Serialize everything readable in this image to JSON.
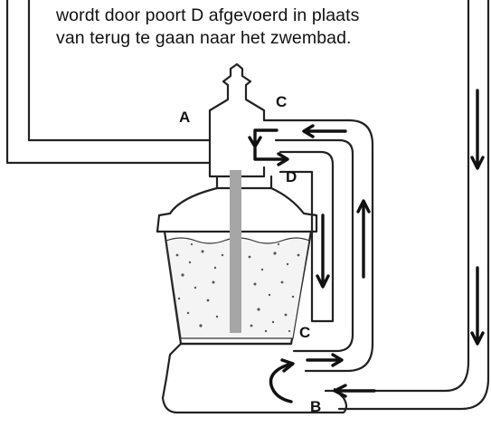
{
  "caption": {
    "line1": "wordt door poort D afgevoerd in plaats",
    "line2": "van terug te gaan naar het zwembad."
  },
  "ports": {
    "a": "A",
    "c_top": "C",
    "d": "D",
    "c_bottom": "C",
    "b": "B"
  },
  "colors": {
    "line": "#222222",
    "rod": "#a6a6a6",
    "arrow": "#111111",
    "fill": "#ffffff"
  }
}
